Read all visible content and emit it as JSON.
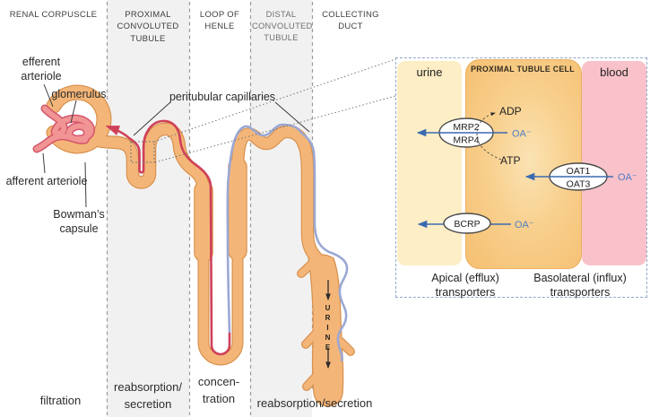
{
  "columns": {
    "renal": {
      "label": "RENAL CORPUSCLE",
      "function": "filtration"
    },
    "proximal": {
      "label": "PROXIMAL CONVOLUTED TUBULE",
      "function": "reabsorption/ secretion"
    },
    "loop": {
      "label": "LOOP OF HENLE",
      "function": "concen- tration"
    },
    "distal": {
      "label": "DISTAL CONVOLUTED TUBULE"
    },
    "collecting": {
      "label": "COLLECTING DUCT"
    },
    "distal_collecting": {
      "function": "reabsorption/secretion"
    }
  },
  "anatomy": {
    "efferent_arteriole": "efferent arteriole",
    "glomerulus": "glomerulus",
    "afferent_arteriole": "afferent arteriole",
    "bowmans_capsule": "Bowman’s capsule",
    "peritubular_capillaries": "peritubular capillaries",
    "urine_flow": "URINE"
  },
  "inset": {
    "compartments": {
      "urine": "urine",
      "cell": "PROXIMAL TUBULE CELL",
      "blood": "blood"
    },
    "transporters": {
      "mrp2": "MRP2",
      "mrp4": "MRP4",
      "oat1": "OAT1",
      "oat3": "OAT3",
      "bcrp": "BCRP"
    },
    "molecules": {
      "adp": "ADP",
      "atp": "ATP",
      "organic_anion": "OA⁻"
    },
    "captions": {
      "apical": "Apical (efflux) transporters",
      "basolateral": "Basolateral (influx) transporters"
    }
  },
  "colors": {
    "tubule_fill": "#f4b678",
    "tubule_outline": "#d9924f",
    "capillary_red": "#cf4058",
    "capillary_blue": "#9ba8d4",
    "glomerulus_fill": "#f09494",
    "glomerulus_outline": "#d4566b",
    "column_band_gray": "#f1f1f1",
    "inset_urine_bg": "#fdeec6",
    "inset_cell_bg": "#f6c173",
    "inset_blood_bg": "#f9c2ca",
    "transport_arrow_blue": "#3a6ab0",
    "oa_text_blue": "#4f7dc5",
    "inset_border_blue": "#94a8c8"
  }
}
